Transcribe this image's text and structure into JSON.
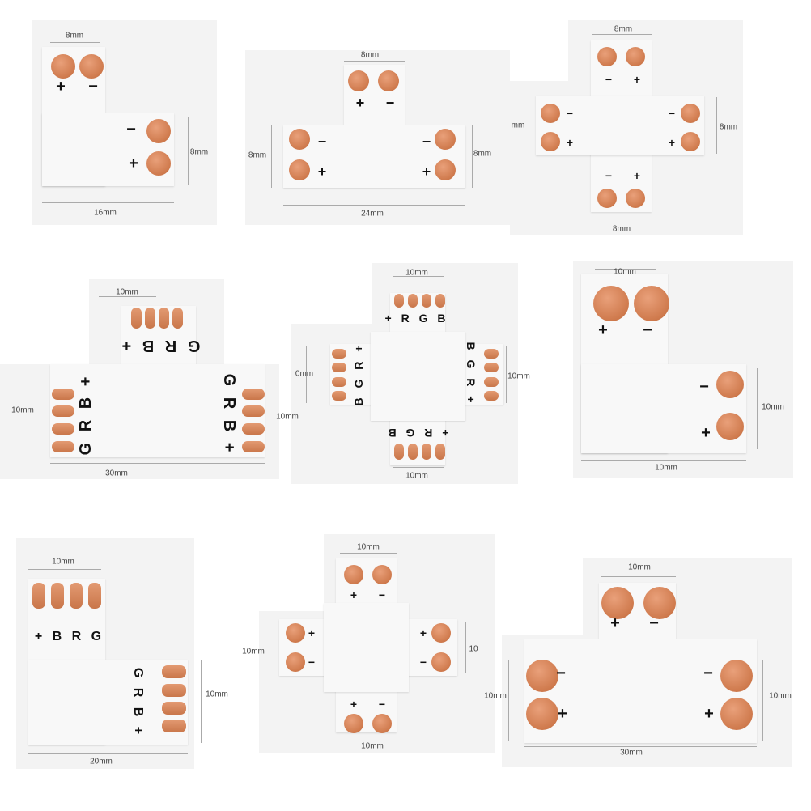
{
  "panels": [
    {
      "name": "l-connector-8mm-2pin",
      "dims": [
        "8mm",
        "8mm",
        "16mm"
      ],
      "marks": [
        "+",
        "−",
        "−",
        "+"
      ]
    },
    {
      "name": "t-connector-8mm-2pin",
      "dims": [
        "8mm",
        "8mm",
        "8mm",
        "24mm"
      ],
      "marks": [
        "+",
        "−",
        "−",
        "+",
        "−",
        "+"
      ]
    },
    {
      "name": "x-connector-8mm-2pin",
      "dims": [
        "8mm",
        "mm",
        "8mm",
        "8mm"
      ],
      "marks": [
        "−",
        "+",
        "−",
        "+",
        "−",
        "+",
        "−",
        "+"
      ]
    },
    {
      "name": "t-connector-10mm-rgb",
      "dims": [
        "10mm",
        "10mm",
        "10mm",
        "30mm"
      ],
      "marks": [
        "G R B +",
        "G R B +",
        "G R B +"
      ]
    },
    {
      "name": "x-connector-10mm-rgb",
      "dims": [
        "10mm",
        "0mm",
        "10mm",
        "10mm"
      ],
      "marks": [
        "+ R G B",
        "B G R +",
        "B G R +",
        "+ R G B"
      ]
    },
    {
      "name": "l-connector-10mm-2pin",
      "dims": [
        "10mm",
        "10mm",
        "10mm"
      ],
      "marks": [
        "+",
        "−",
        "−",
        "+"
      ]
    },
    {
      "name": "l-connector-10mm-rgb",
      "dims": [
        "10mm",
        "10mm",
        "20mm"
      ],
      "marks": [
        "+ B R G",
        "G R B +"
      ]
    },
    {
      "name": "x-connector-10mm-2pin",
      "dims": [
        "10mm",
        "10mm",
        "10",
        "10mm"
      ],
      "marks": [
        "+",
        "−",
        "+",
        "−",
        "+",
        "−",
        "+",
        "−"
      ]
    },
    {
      "name": "t-connector-10mm-2pin",
      "dims": [
        "10mm",
        "10mm",
        "10mm",
        "30mm"
      ],
      "marks": [
        "+",
        "−",
        "−",
        "+",
        "−",
        "+"
      ]
    }
  ],
  "colors": {
    "copper": "#d4845a",
    "board": "#f8f8f8",
    "background": "#f3f3f3"
  }
}
